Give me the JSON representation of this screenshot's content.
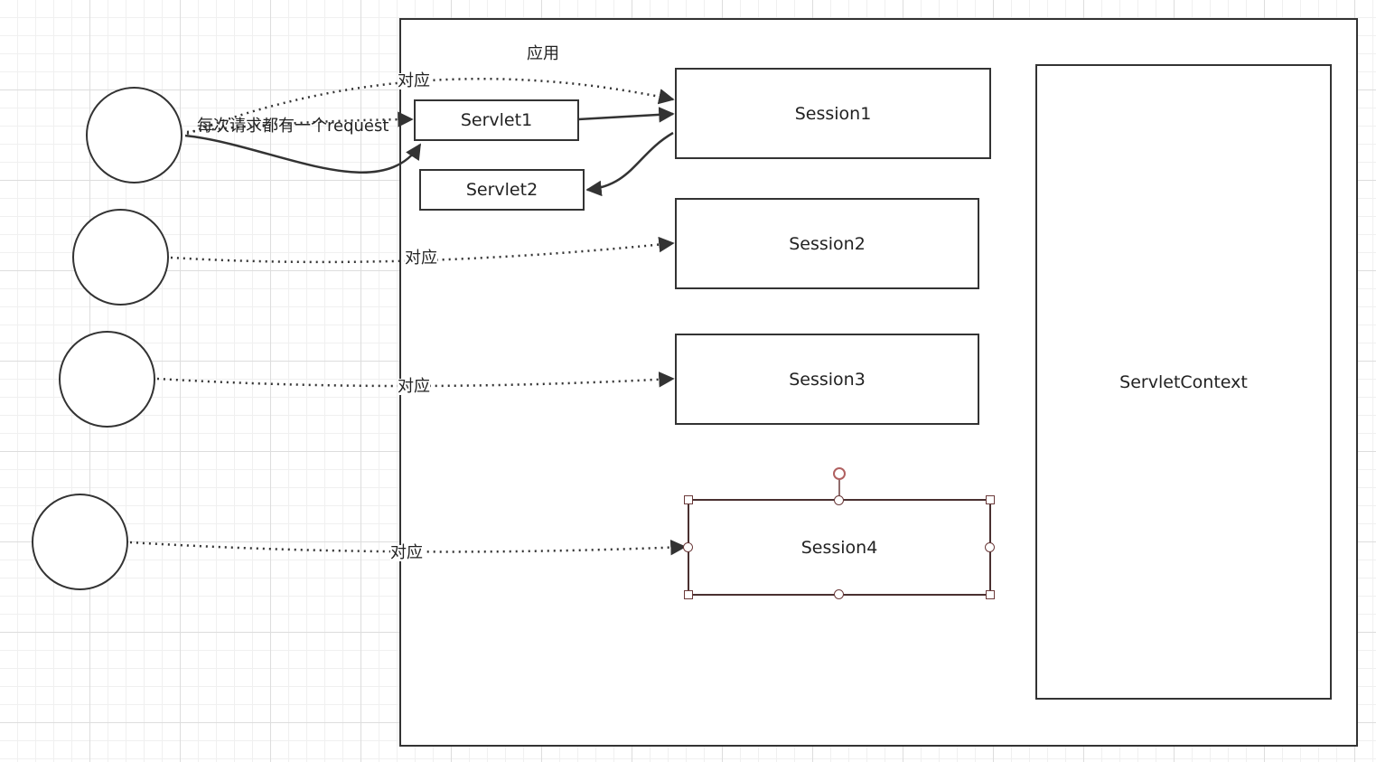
{
  "diagram": {
    "container_label": "应用",
    "servlets": [
      {
        "label": "Servlet1"
      },
      {
        "label": "Servlet2"
      }
    ],
    "sessions": [
      {
        "label": "Session1"
      },
      {
        "label": "Session2"
      },
      {
        "label": "Session3"
      },
      {
        "label": "Session4",
        "selected": true
      }
    ],
    "servlet_context": {
      "label": "ServletContext"
    },
    "clients": [
      {
        "id": "client-1"
      },
      {
        "id": "client-2"
      },
      {
        "id": "client-3"
      },
      {
        "id": "client-4"
      }
    ],
    "edge_labels": {
      "correspond": "对应",
      "request": "每次请求都有一个request"
    }
  },
  "colors": {
    "stroke": "#333333",
    "selection": "#6b3a3a",
    "rotate_handle": "#b06060",
    "grid_minor": "#f0f0f0",
    "grid_major": "#dddddd"
  }
}
